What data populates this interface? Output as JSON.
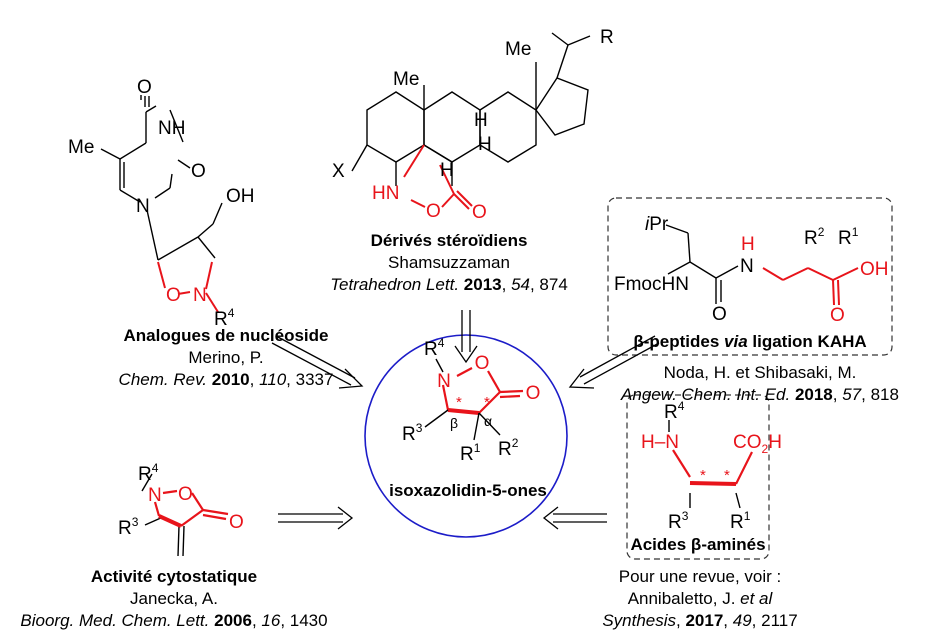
{
  "colors": {
    "highlight": "#e8141b",
    "ink": "#000000",
    "circle": "#1c1cc8"
  },
  "center": {
    "name": "isoxazolidin-5-ones",
    "atoms": {
      "n": "N",
      "o": "O",
      "carbonyl_o": "O",
      "r4": "R",
      "r4_sup": "4",
      "r3": "R",
      "r3_sup": "3",
      "r1": "R",
      "r1_sup": "1",
      "r2": "R",
      "r2_sup": "2",
      "beta": "β",
      "alpha": "α",
      "stereo": "*"
    }
  },
  "nucleoside": {
    "title": "Analogues de nucléoside",
    "author": "Merino, P.",
    "journal": "Chem. Rev.",
    "year": "2010",
    "volume": "110",
    "pages": ", 3337",
    "atoms": {
      "me": "Me",
      "o_top": "O",
      "nh": "NH",
      "o_right": "O",
      "n": "N",
      "oh": "OH",
      "ring_o": "O",
      "ring_n": "N",
      "r4": "R",
      "r4_sup": "4"
    }
  },
  "steroid": {
    "title": "Dérivés stéroïdiens",
    "author": "Shamsuzzaman",
    "journal": "Tetrahedron Lett.",
    "year": "2013",
    "volume": "54",
    "pages": ", 874",
    "atoms": {
      "r": "R",
      "me1": "Me",
      "me2": "Me",
      "h1": "H",
      "h2": "H",
      "h3": "H",
      "x": "X",
      "hn": "HN",
      "o_ring": "O",
      "o_carbonyl": "O"
    }
  },
  "peptide": {
    "title_pre": "β-peptides ",
    "title_via": "via",
    "title_post": " ligation KAHA",
    "author": "Noda, H. et Shibasaki, M.",
    "journal": "Angew. Chem. Int. Ed.",
    "year": "2018",
    "volume": "57",
    "pages": ", 818",
    "atoms": {
      "ipr_i": "i",
      "ipr": "Pr",
      "fmochn": "FmocHN",
      "o_amide": "O",
      "n": "N",
      "h": "H",
      "r2": "R",
      "r2_sup": "2",
      "r1": "R",
      "r1_sup": "1",
      "oh": "OH",
      "o_acid": "O"
    }
  },
  "cytostatic": {
    "title": "Activité cytostatique",
    "author": "Janecka, A.",
    "journal": "Bioorg. Med. Chem. Lett.",
    "year": "2006",
    "volume": "16",
    "pages": ", 1430",
    "atoms": {
      "r4": "R",
      "r4_sup": "4",
      "n": "N",
      "o": "O",
      "r3": "R",
      "r3_sup": "3",
      "o_carbonyl": "O"
    }
  },
  "aminoacid": {
    "title_pre": "Acides ",
    "title_beta": "β",
    "title_post": "-aminés",
    "review": "Pour une revue, voir :",
    "author_pre": "Annibaletto, J. ",
    "author_it": "et al",
    "journal": "Synthesis",
    "year": "2017",
    "volume": "49",
    "pages": ", 2117",
    "atoms": {
      "r4": "R",
      "r4_sup": "4",
      "hn": "H–N",
      "co2h": "CO",
      "co2h_sub": "2",
      "co2h_h": "H",
      "r3": "R",
      "r3_sup": "3",
      "r1": "R",
      "r1_sup": "1",
      "stereo": "*"
    }
  }
}
